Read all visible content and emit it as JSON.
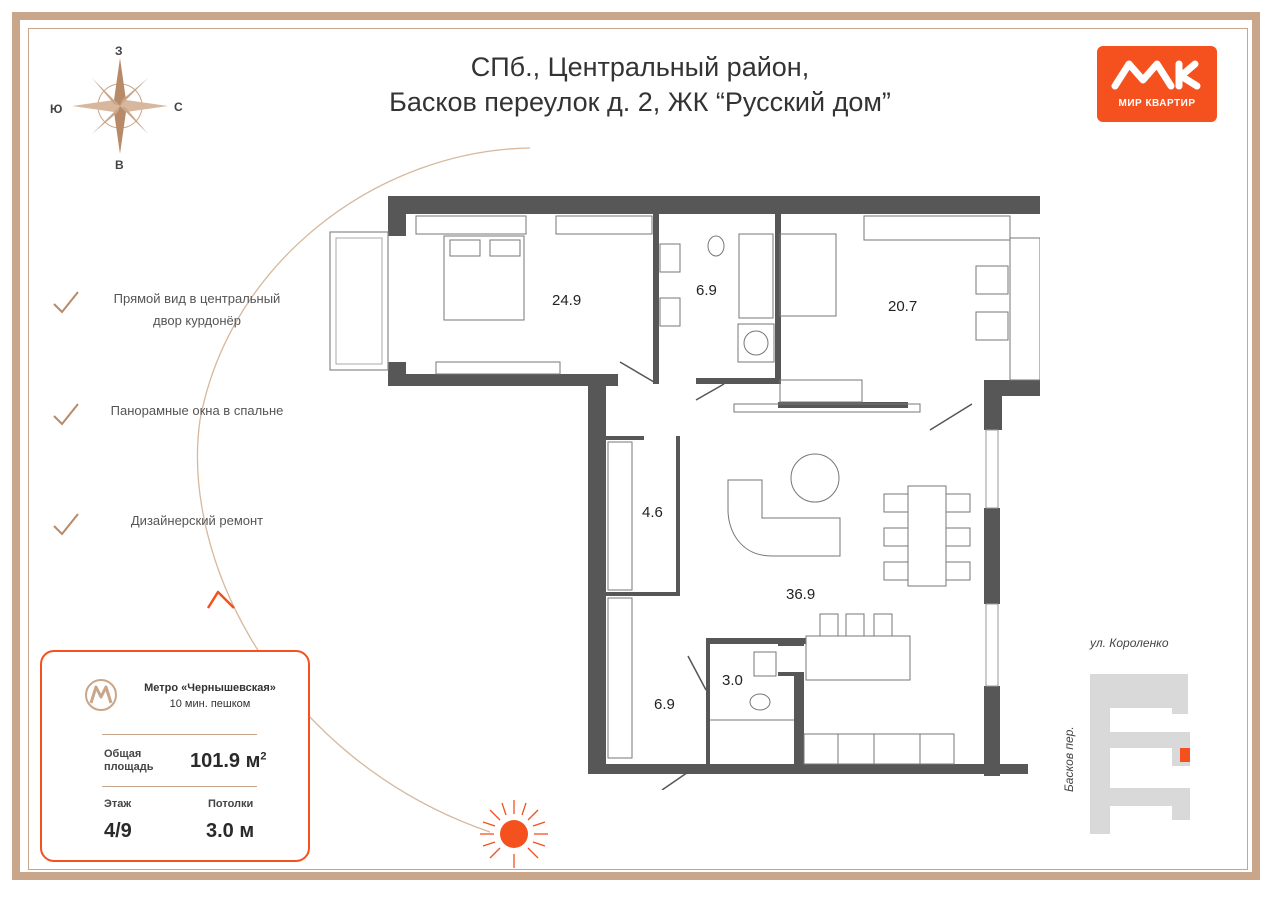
{
  "title": {
    "line1": "СПб., Центральный район,",
    "line2": "Басков переулок д. 2, ЖК “Русский дом”"
  },
  "logo": {
    "text": "МИР КВАРТИР"
  },
  "compass": {
    "north": "З",
    "south": "В",
    "west": "Ю",
    "east": "С"
  },
  "features": [
    {
      "line1": "Прямой вид в центральный",
      "line2": "двор курдонёр"
    },
    {
      "line1": "Панорамные окна в спальне",
      "line2": ""
    },
    {
      "line1": "Дизайнерский ремонт",
      "line2": ""
    }
  ],
  "info_card": {
    "metro_name": "Метро «Чернышевская»",
    "metro_time": "10 мин. пешком",
    "area_label_1": "Общая",
    "area_label_2": "площадь",
    "area_value": "101.9 м",
    "area_sup": "2",
    "floor_label": "Этаж",
    "floor_value": "4/9",
    "ceiling_label": "Потолки",
    "ceiling_value": "3.0 м"
  },
  "rooms": {
    "bedroom_left": "24.9",
    "bathroom_top": "6.9",
    "bedroom_right": "20.7",
    "storage": "4.6",
    "living": "36.9",
    "wc": "3.0",
    "hall": "6.9"
  },
  "streets": {
    "korolenko": "ул. Короленко",
    "baskov": "Басков пер."
  },
  "colors": {
    "accent": "#f4511e",
    "frame": "#c9a68a",
    "wall": "#555555"
  }
}
